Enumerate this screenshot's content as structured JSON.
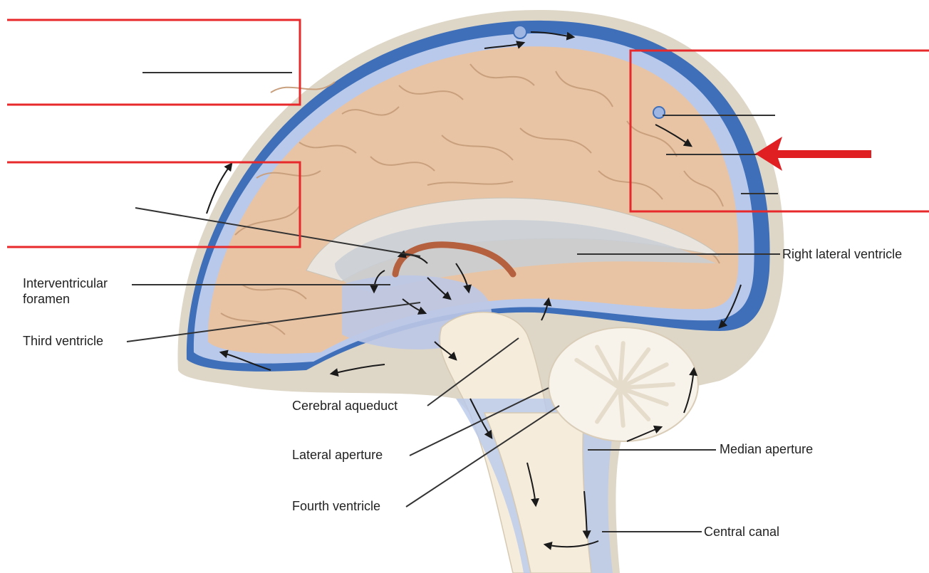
{
  "labels": {
    "right_lateral_ventricle": "Right lateral ventricle",
    "interventricular_foramen_line1": "Interventricular",
    "interventricular_foramen_line2": "foramen",
    "third_ventricle": "Third ventricle",
    "cerebral_aqueduct": "Cerebral aqueduct",
    "lateral_aperture": "Lateral aperture",
    "fourth_ventricle": "Fourth ventricle",
    "median_aperture": "Median aperture",
    "central_canal": "Central canal"
  },
  "colors": {
    "highlight_box": "#e8292b",
    "pointer_arrow": "#e01f22",
    "brain_tissue": "#e8c4a4",
    "brain_sulci": "#c9a07e",
    "csf_space": "#b9c9ec",
    "dura_sinus": "#3f6fb8",
    "scalp_skull": "#ded7c8",
    "choroid_plexus": "#b5603f",
    "brainstem": "#f5ecdc",
    "leader_line": "#333333"
  },
  "icons": {
    "pointer": "red-arrow-icon",
    "flow": "flow-arrow-icon"
  }
}
